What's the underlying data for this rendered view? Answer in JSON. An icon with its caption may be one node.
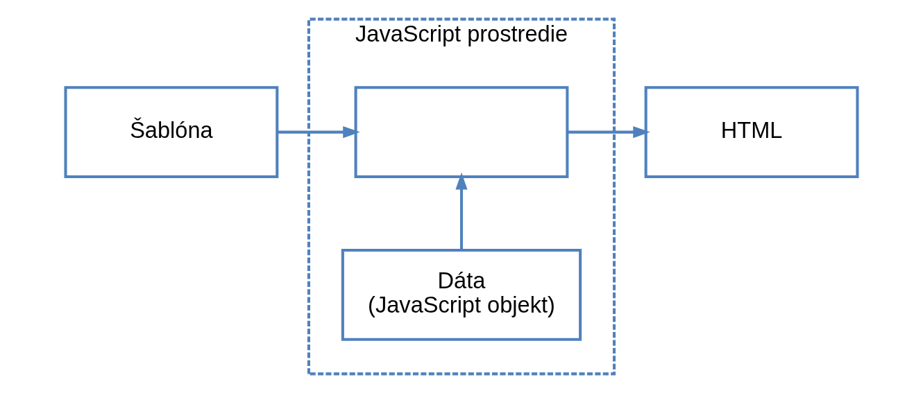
{
  "diagram": {
    "nodes": [
      {
        "text": [
          "JavaScript prostredie"
        ]
      },
      {
        "text": [
          "Dáta",
          "(JavaScript objekt)"
        ],
        "in": 0
      },
      {
        "text": [],
        "shape": "box",
        "in": 0
      },
      {
        "text": [
          "Šablóna"
        ]
      },
      {
        "text": [
          "HTML"
        ]
      }
    ],
    "edges": [
      {
        "from": 1,
        "to": 2,
        "arrow": "to"
      },
      {
        "from": 3,
        "to": 2,
        "arrow": "to"
      },
      {
        "from": 2,
        "to": 4,
        "arrow": "to"
      }
    ]
  }
}
